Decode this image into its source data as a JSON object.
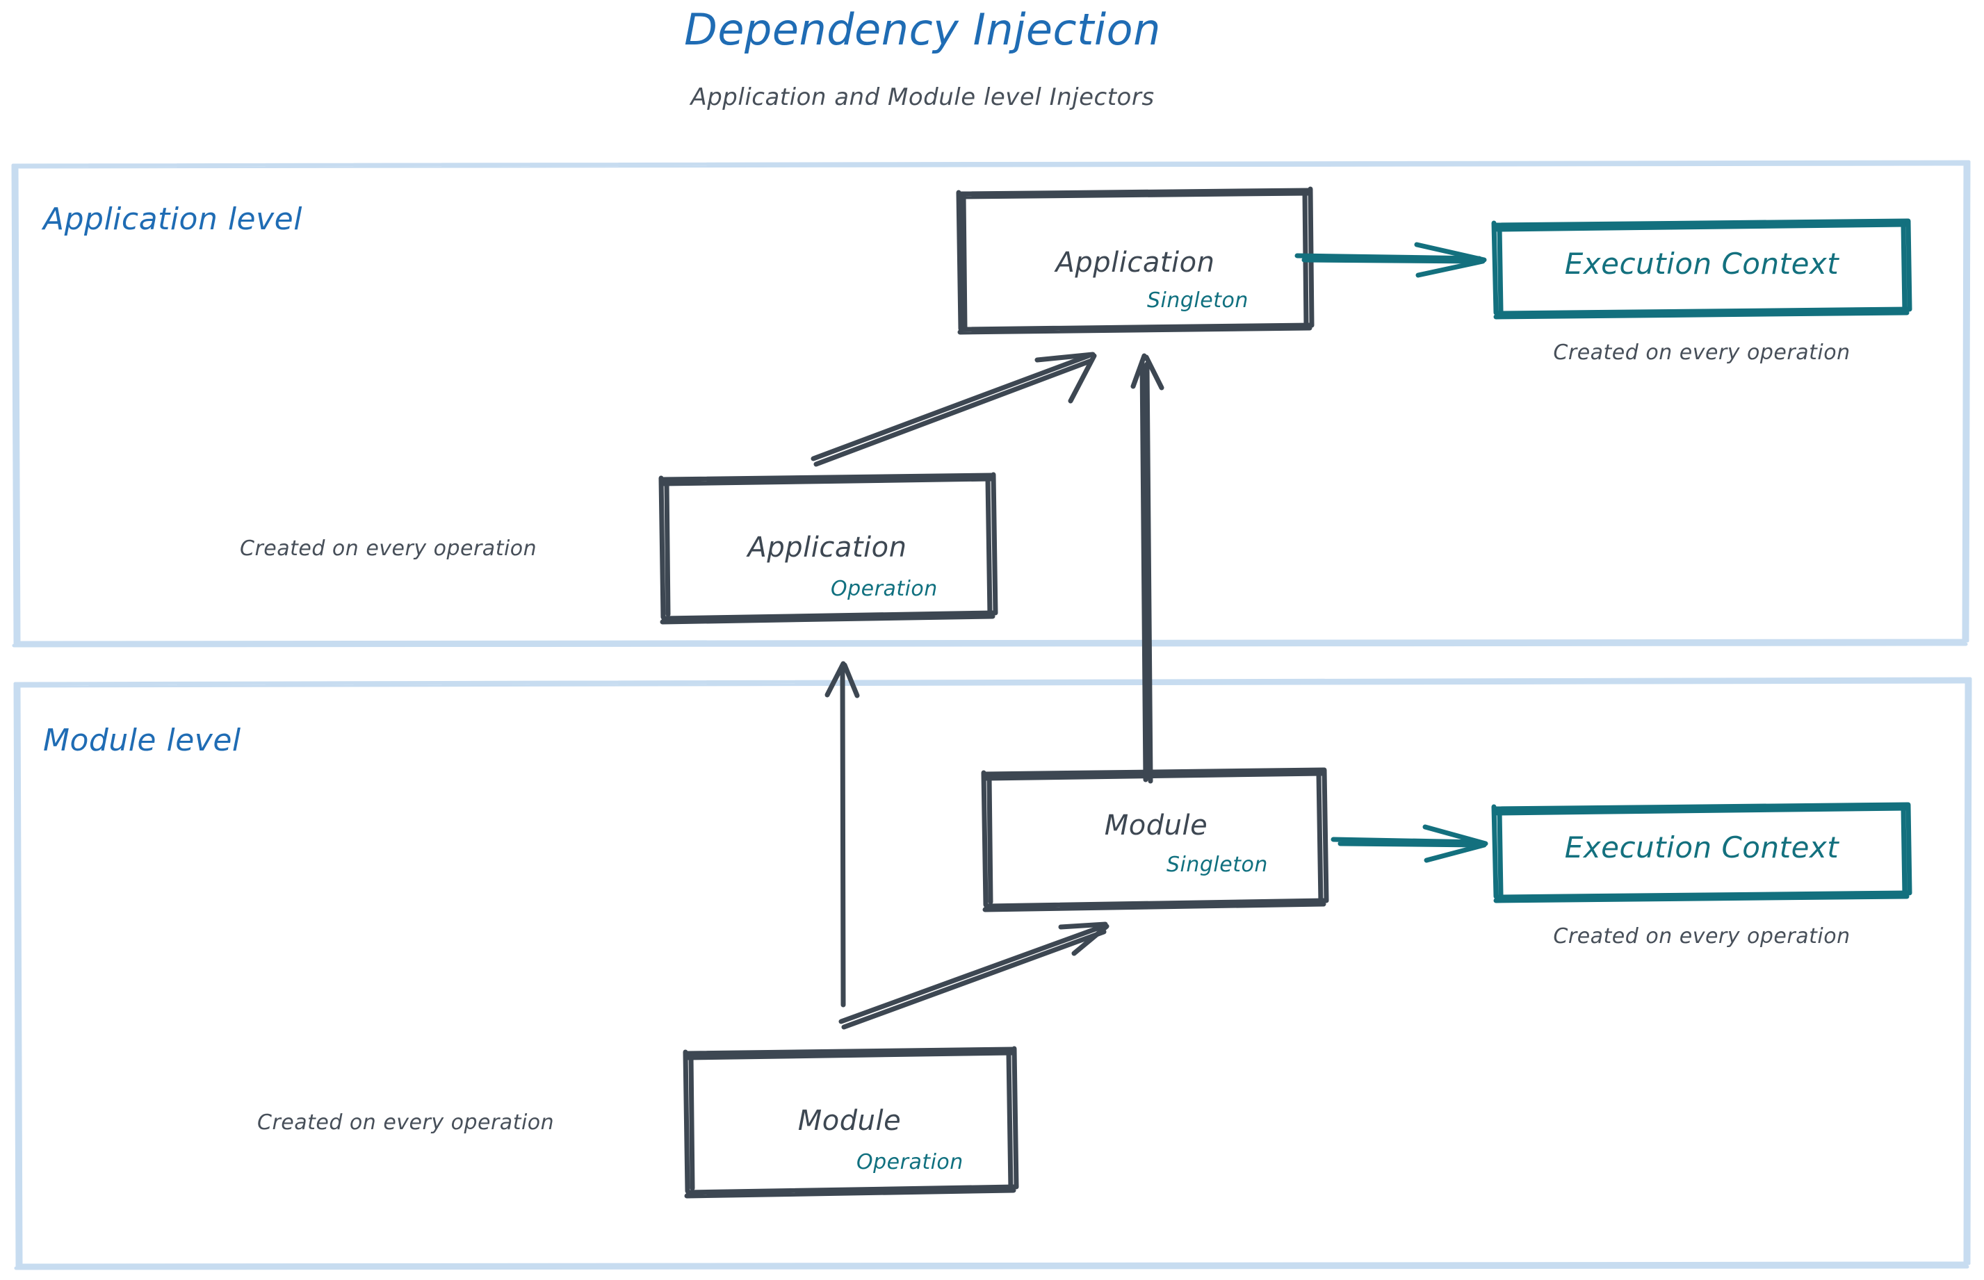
{
  "header": {
    "title": "Dependency Injection",
    "subtitle": "Application and Module level Injectors"
  },
  "colors": {
    "title_blue": "#1f6cb4",
    "sketch_dark": "#3d4752",
    "teal": "#13707e",
    "container_blue": "#c7dcf0",
    "caption_gray": "#474f59"
  },
  "sections": [
    {
      "id": "application-level",
      "label": "Application level",
      "nodes": [
        {
          "id": "application-singleton",
          "title": "Application",
          "scope": "Singleton",
          "style": "dark"
        },
        {
          "id": "application-execution-context",
          "title": "Execution Context",
          "scope": "",
          "style": "teal",
          "caption": "Created on every operation"
        },
        {
          "id": "application-operation",
          "title": "Application",
          "scope": "Operation",
          "style": "dark",
          "caption": "Created on every operation"
        }
      ]
    },
    {
      "id": "module-level",
      "label": "Module level",
      "nodes": [
        {
          "id": "module-singleton",
          "title": "Module",
          "scope": "Singleton",
          "style": "dark"
        },
        {
          "id": "module-execution-context",
          "title": "Execution Context",
          "scope": "",
          "style": "teal",
          "caption": "Created on every operation"
        },
        {
          "id": "module-operation",
          "title": "Module",
          "scope": "Operation",
          "style": "dark",
          "caption": "Created on every operation"
        }
      ]
    }
  ],
  "edges": [
    {
      "id": "app-operation-to-app-singleton",
      "from": "application-operation",
      "to": "application-singleton",
      "color": "#3d4752"
    },
    {
      "id": "app-singleton-to-app-execution-context",
      "from": "application-singleton",
      "to": "application-execution-context",
      "color": "#13707e"
    },
    {
      "id": "module-singleton-to-app-singleton",
      "from": "module-singleton",
      "to": "application-singleton",
      "color": "#3d4752"
    },
    {
      "id": "module-operation-to-app-operation",
      "from": "module-operation",
      "to": "application-operation",
      "color": "#3d4752"
    },
    {
      "id": "module-operation-to-module-singleton",
      "from": "module-operation",
      "to": "module-singleton",
      "color": "#3d4752"
    },
    {
      "id": "module-singleton-to-module-execution-context",
      "from": "module-singleton",
      "to": "module-execution-context",
      "color": "#13707e"
    }
  ]
}
